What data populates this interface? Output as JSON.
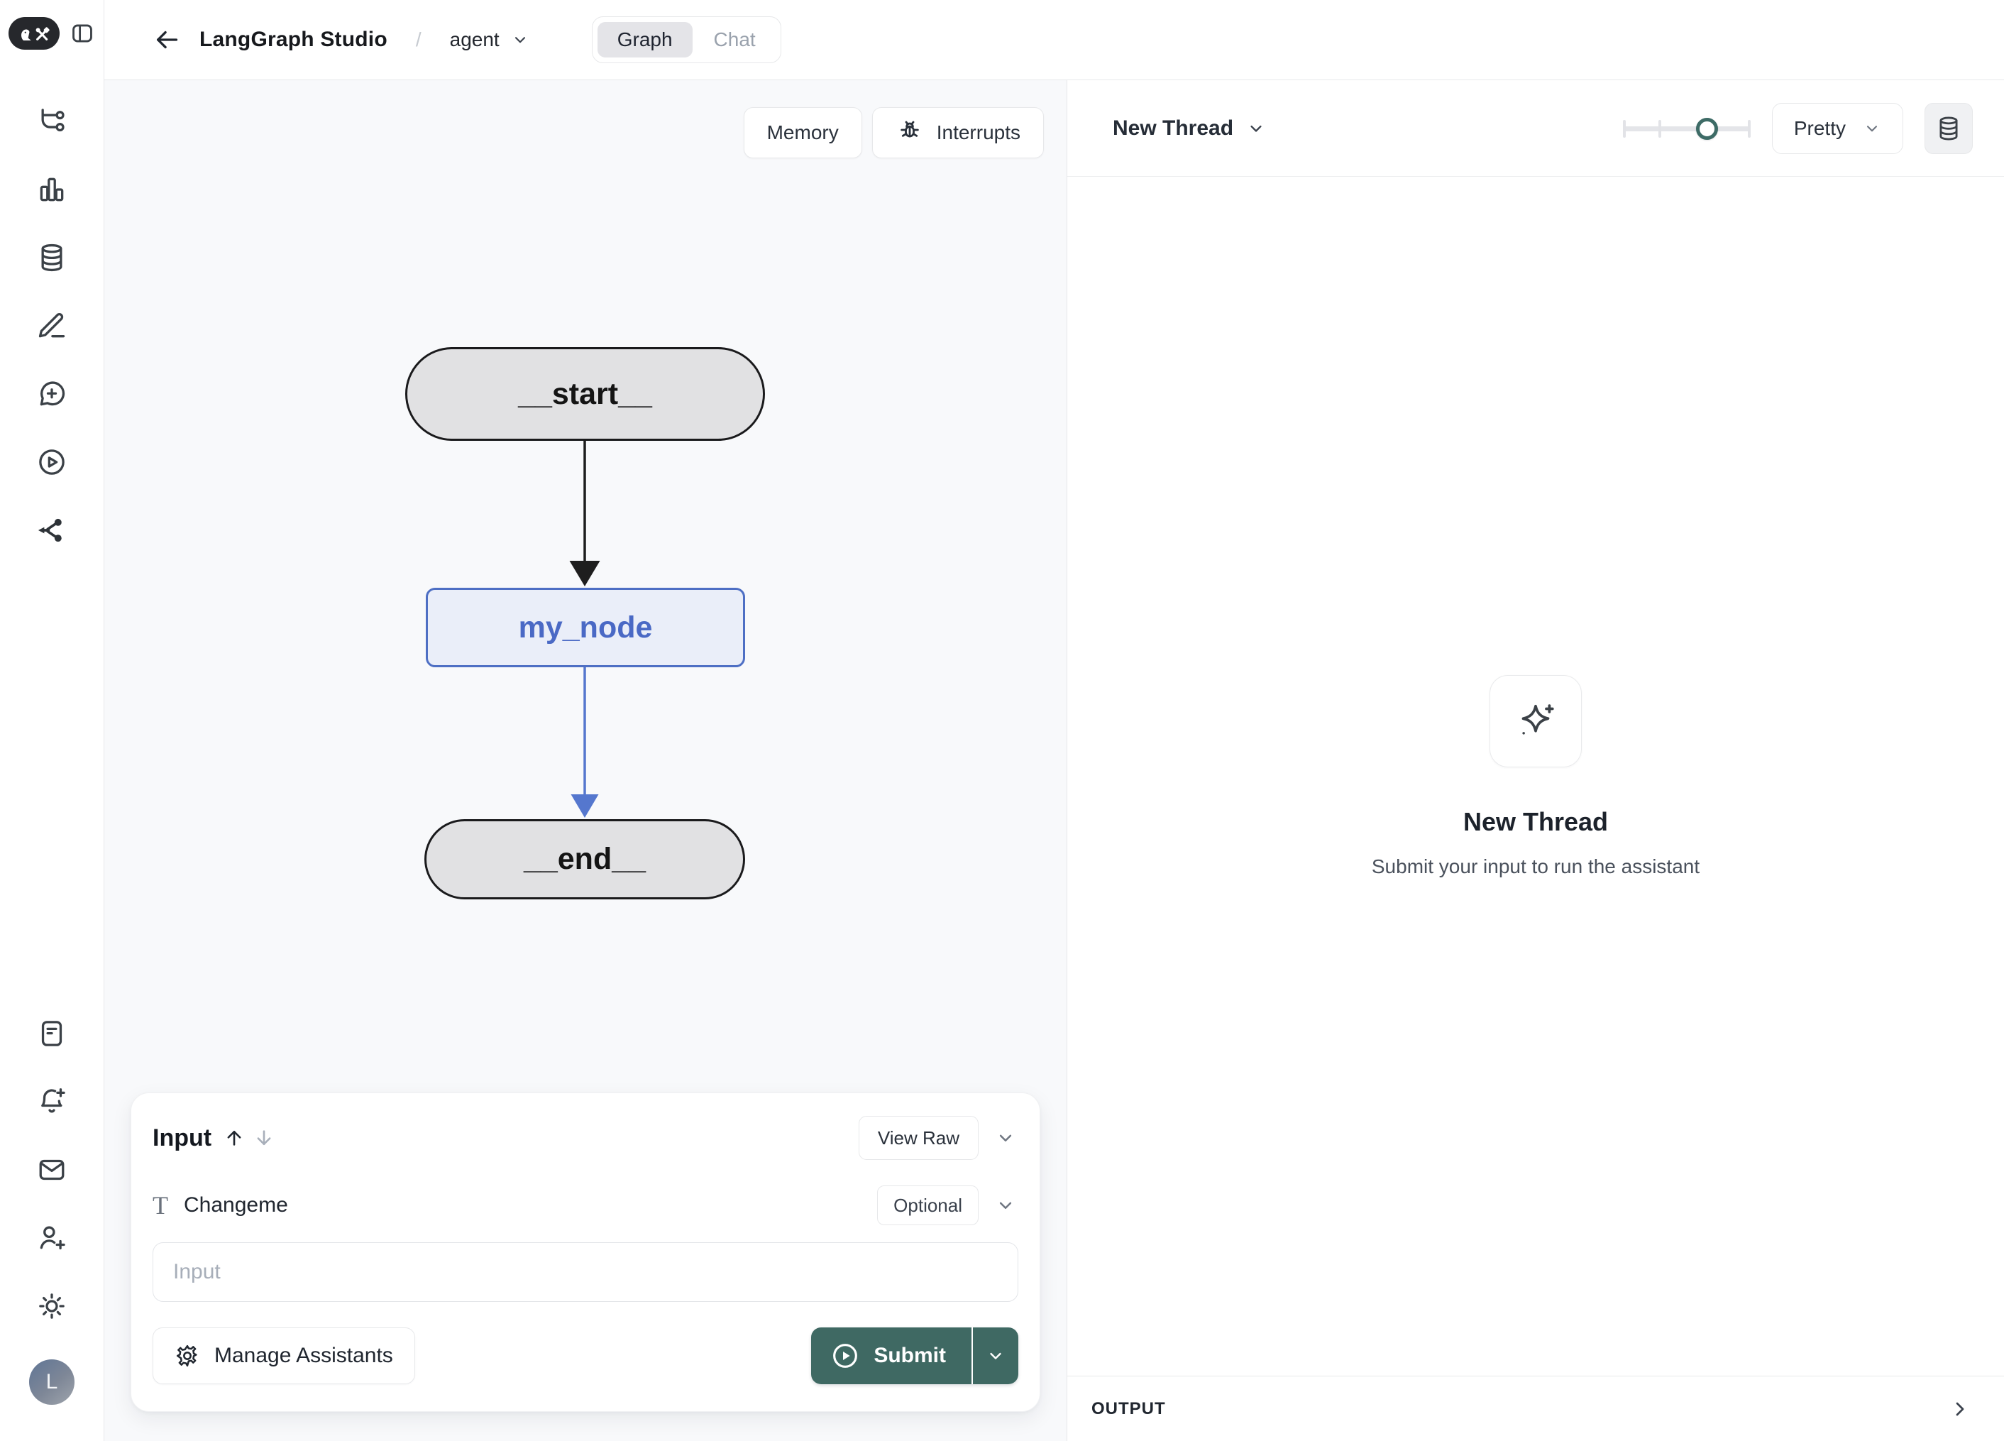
{
  "topbar": {
    "title": "LangGraph Studio",
    "separator": "/",
    "agent_label": "agent",
    "tabs": [
      {
        "label": "Graph",
        "active": true
      },
      {
        "label": "Chat",
        "active": false
      }
    ]
  },
  "canvas": {
    "toolbar": {
      "memory": "Memory",
      "interrupts": "Interrupts"
    },
    "nodes": [
      {
        "id": "__start__",
        "label": "__start__",
        "shape": "pill",
        "color": "#E1E1E3"
      },
      {
        "id": "my_node",
        "label": "my_node",
        "shape": "rect",
        "color": "#EAEEF9"
      },
      {
        "id": "__end__",
        "label": "__end__",
        "shape": "pill",
        "color": "#E1E1E3"
      }
    ],
    "edges": [
      {
        "from": "__start__",
        "to": "my_node",
        "color": "#1E1E1E"
      },
      {
        "from": "my_node",
        "to": "__end__",
        "color": "#5577CE"
      }
    ]
  },
  "input_panel": {
    "title": "Input",
    "view_raw": "View Raw",
    "field_label": "Changeme",
    "optional_badge": "Optional",
    "input_placeholder": "Input",
    "input_value": "",
    "manage_assistants": "Manage Assistants",
    "submit": "Submit"
  },
  "thread_panel": {
    "selector": "New Thread",
    "format": "Pretty",
    "empty": {
      "title": "New Thread",
      "subtitle": "Submit your input to run the assistant"
    },
    "output": "OUTPUT"
  },
  "sidebar": {
    "avatar_initial": "L",
    "icons_top": [
      "trace-tree",
      "bar-chart",
      "database",
      "pencil",
      "comment-plus",
      "play-circle",
      "graph-nodes"
    ],
    "icons_bottom": [
      "document",
      "bell-plus",
      "mail",
      "user-plus",
      "sun"
    ]
  },
  "colors": {
    "accent_teal": "#3F6963",
    "slider_teal": "#3D6B66",
    "node_gray_bg": "#E1E1E3",
    "node_blue_bg": "#EAEEF9",
    "node_blue_border": "#4E6FC4",
    "edge_blue": "#5577CE",
    "edge_black": "#1E1E1E",
    "canvas_bg": "#F8F9FB",
    "border": "#E7E8EA"
  }
}
